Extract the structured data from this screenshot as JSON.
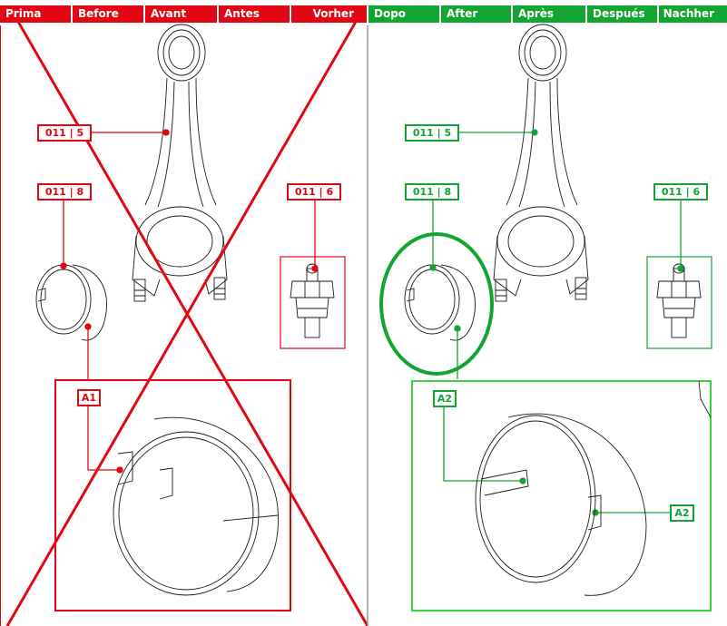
{
  "header": {
    "before": [
      "Prima",
      "Before",
      "Avant",
      "Antes",
      "Vorher"
    ],
    "after": [
      "Dopo",
      "After",
      "Après",
      "Después",
      "Nachher"
    ]
  },
  "labels": {
    "before": {
      "conrod": "011 | 5",
      "shell": "011 | 8",
      "bolt": "011 | 6",
      "detail": "A1"
    },
    "after": {
      "conrod": "011 | 5",
      "shell": "011 | 8",
      "bolt": "011 | 6",
      "detail_a": "A2",
      "detail_b": "A2"
    }
  },
  "colors": {
    "red": "#e30613",
    "green": "#13a532",
    "light_green": "#3fd43f",
    "line_art": "#1a1a1a"
  }
}
